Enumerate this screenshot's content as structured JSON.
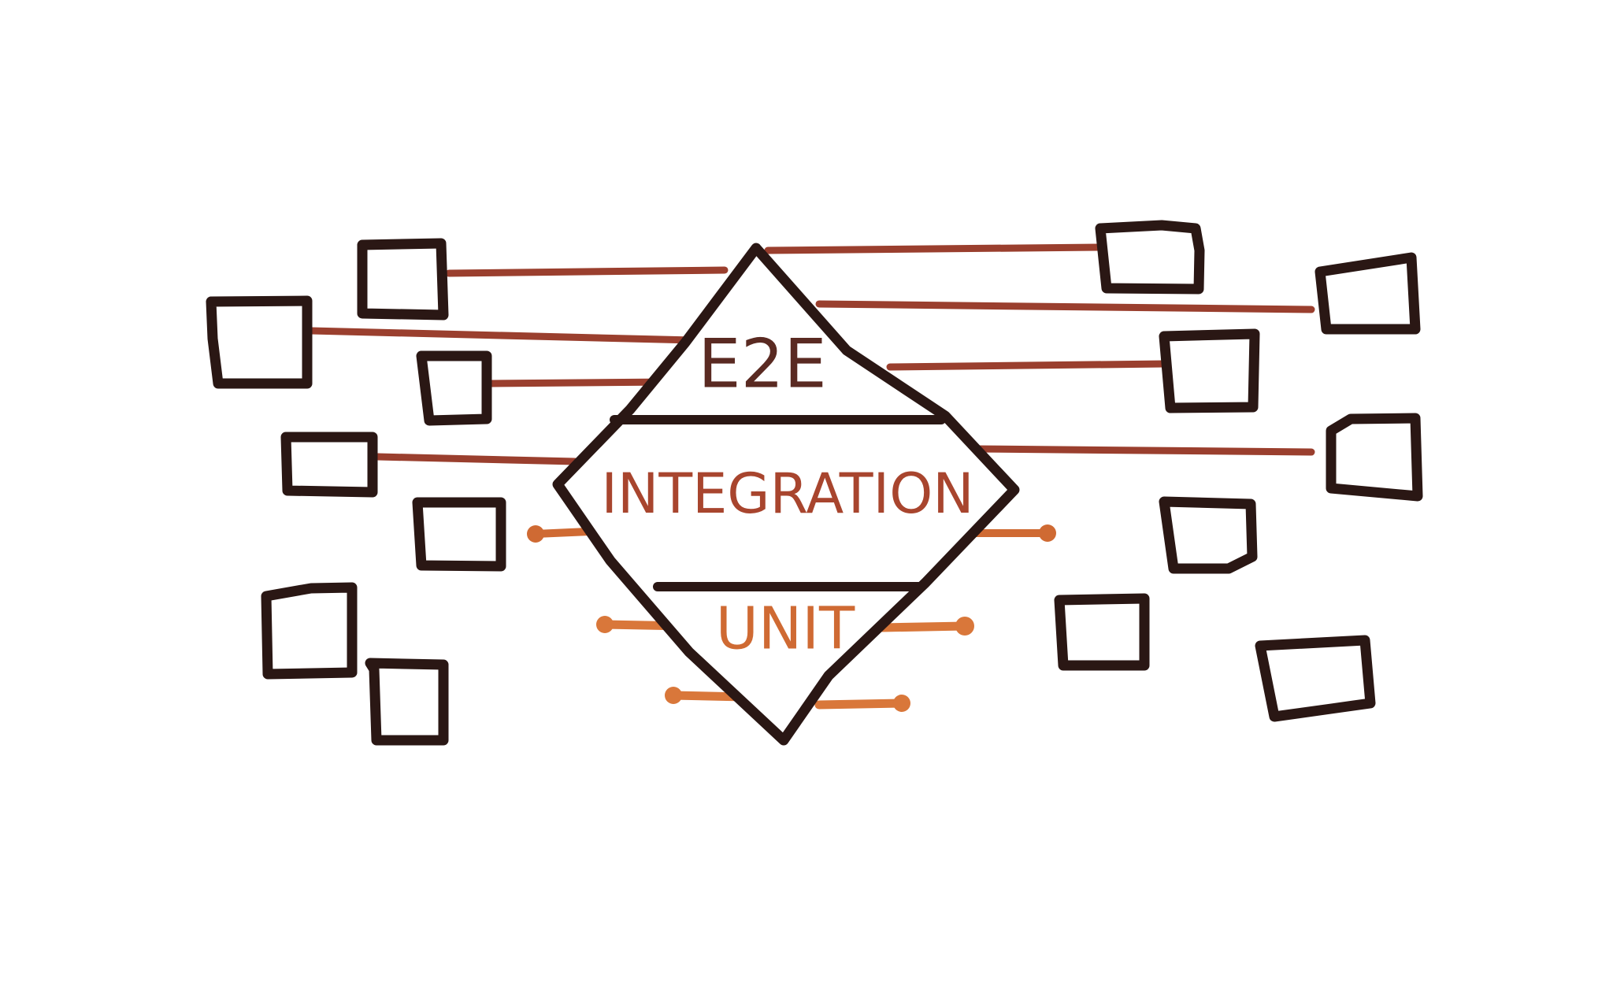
{
  "diagram": {
    "type": "test-pyramid-diamond",
    "tiers": [
      {
        "id": "e2e",
        "label": "E2E",
        "color": "#5a2a22"
      },
      {
        "id": "integration",
        "label": "INTEGRATION",
        "color": "#a8452e"
      },
      {
        "id": "unit",
        "label": "UNIT",
        "color": "#cf6a33"
      }
    ],
    "colors": {
      "outline": "#2a1714",
      "e2e_connector": "#9a3f2e",
      "integration_connector": "#cf6a33",
      "unit_connector": "#d9773a",
      "background": "#ffffff"
    }
  }
}
